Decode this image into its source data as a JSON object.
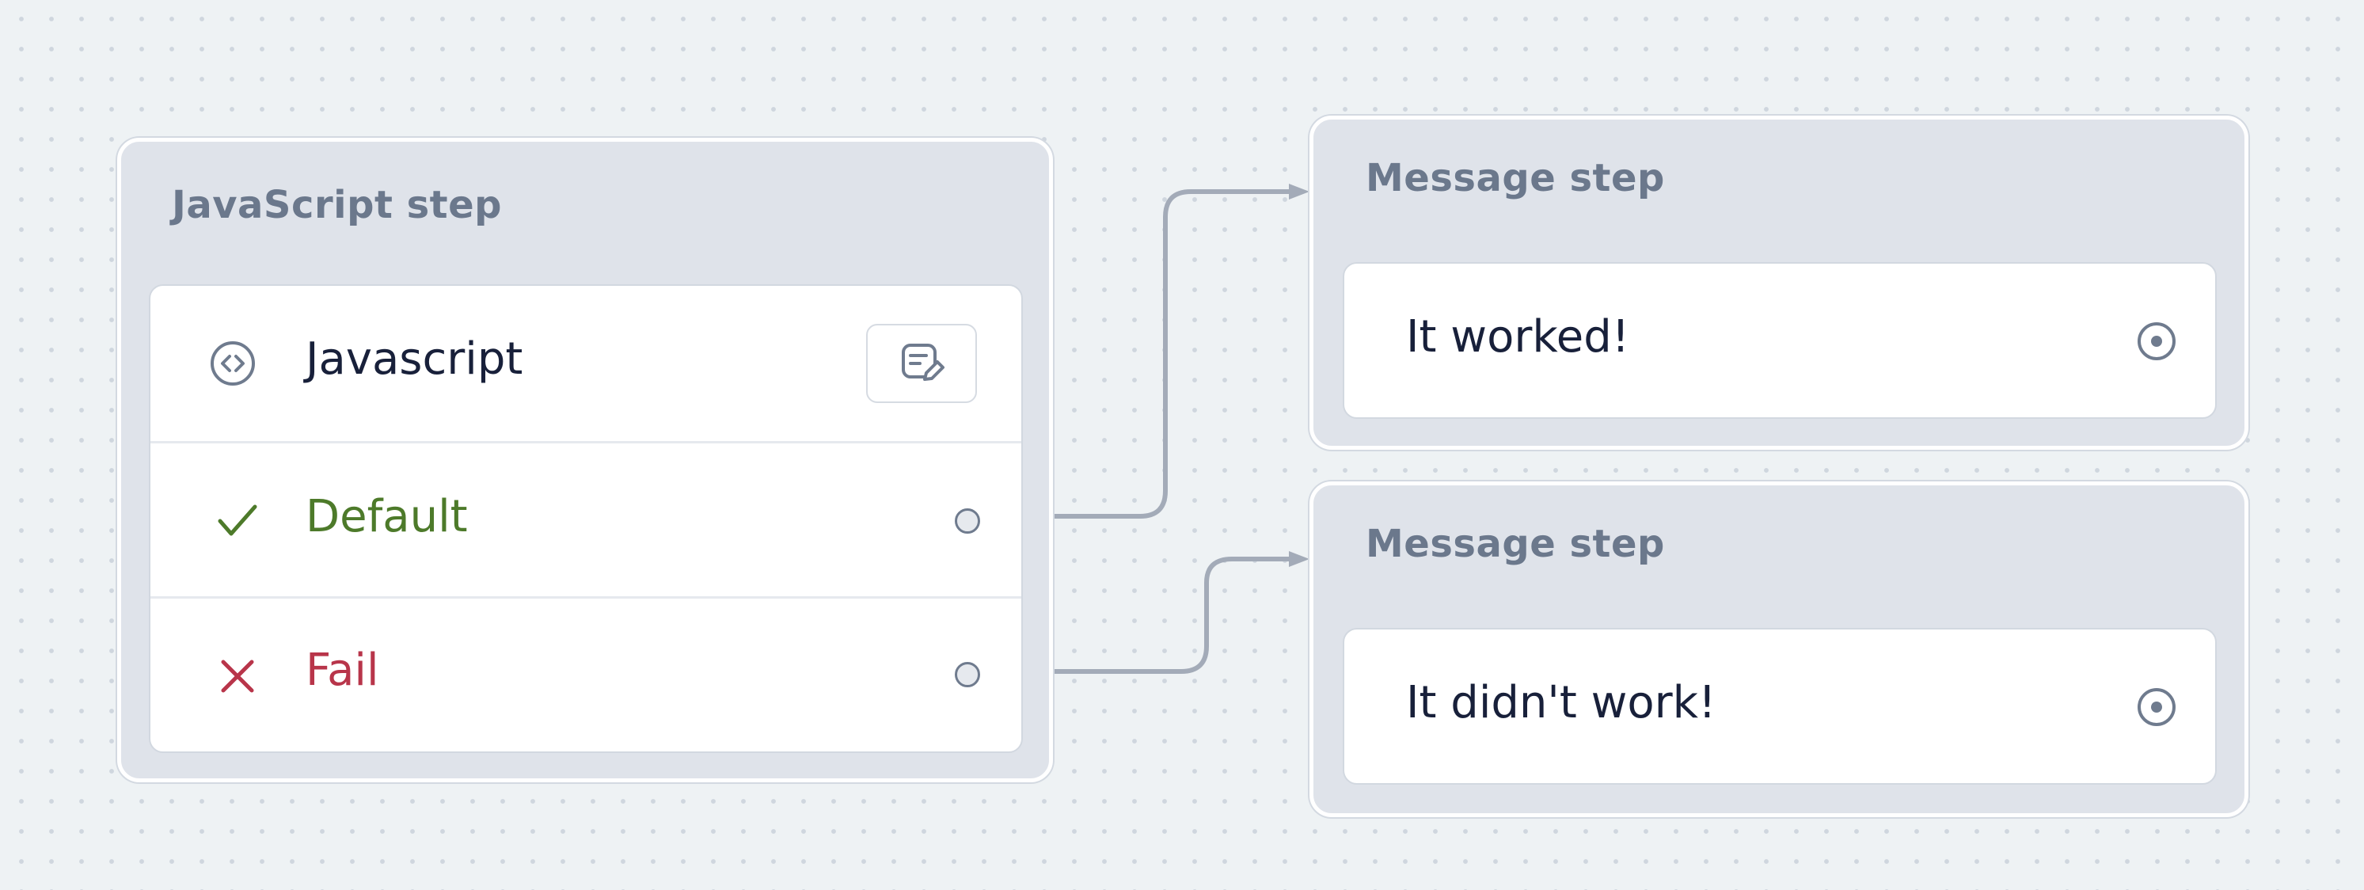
{
  "colors": {
    "canvas": "#eef2f4",
    "node_bg": "#dfe3ea",
    "connector": "#a3abb8",
    "default_green": "#4d7a2a",
    "fail_red": "#b8354a"
  },
  "javascript_node": {
    "title": "JavaScript step",
    "script_row": {
      "label": "Javascript",
      "icon": "code-icon",
      "action_icon": "edit-script-icon"
    },
    "default_row": {
      "label": "Default",
      "icon": "check-icon"
    },
    "fail_row": {
      "label": "Fail",
      "icon": "x-icon"
    }
  },
  "message_nodes": [
    {
      "title": "Message step",
      "text": "It worked!",
      "icon": "target-icon"
    },
    {
      "title": "Message step",
      "text": "It didn't work!",
      "icon": "target-icon"
    }
  ]
}
